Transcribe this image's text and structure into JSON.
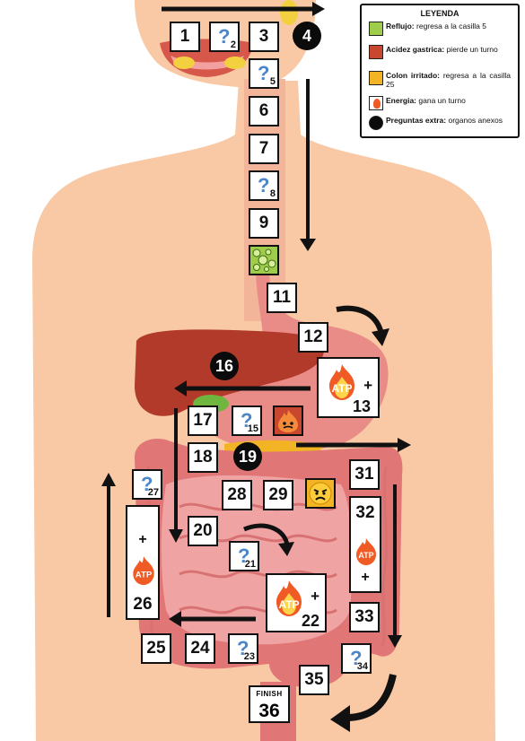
{
  "colors": {
    "skin": "#f8c9a4",
    "liver": "#b23a2a",
    "intestine": "#e58a8a",
    "stomach": "#e98b87",
    "arrow": "#111111",
    "question": "#4a86c8",
    "reflux": "#9fcc4a",
    "acid": "#c9472f",
    "colon": "#f2b325",
    "flame": "#f05a24"
  },
  "legend": {
    "title": "LEYENDA",
    "items": [
      {
        "icon": "reflux-icon",
        "term": "Reflujo:",
        "text": "regresa a la casilla 5"
      },
      {
        "icon": "acid-icon",
        "term": "Acidez gastrica:",
        "text": "pierde un turno"
      },
      {
        "icon": "angry-face-icon",
        "term": "Colon irritado:",
        "text": "regresa a la casilla 25"
      },
      {
        "icon": "energy-flame-icon",
        "term": "Energia:",
        "text": "gana un turno"
      },
      {
        "icon": "black-circle-icon",
        "term": "Preguntas extra:",
        "text": "organos anexos"
      }
    ]
  },
  "cells": {
    "c1": "1",
    "c2": "2",
    "c3": "3",
    "c4": "4",
    "c5": "5",
    "c6": "6",
    "c7": "7",
    "c8": "8",
    "c9": "9",
    "c11": "11",
    "c12": "12",
    "c13": "13",
    "c15": "15",
    "c16": "16",
    "c17": "17",
    "c18": "18",
    "c19": "19",
    "c20": "20",
    "c21": "21",
    "c22": "22",
    "c23": "23",
    "c24": "24",
    "c25": "25",
    "c26": "26",
    "c27": "27",
    "c28": "28",
    "c29": "29",
    "c31": "31",
    "c32": "32",
    "c33": "33",
    "c34": "34",
    "c35": "35",
    "c36": "36"
  },
  "question_mark": "?",
  "atp": "ATP",
  "plus": "+",
  "finish": "FINISH"
}
